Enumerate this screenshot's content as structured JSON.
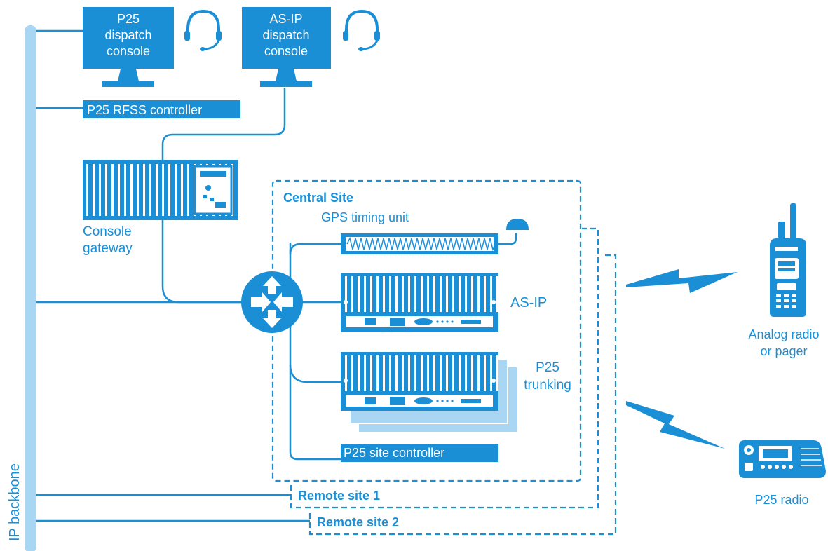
{
  "colors": {
    "primary": "#1a8fd6",
    "light": "#a9d6f3",
    "dark": "#0b5f98",
    "line": "#1a8fd6",
    "white": "#ffffff"
  },
  "backbone": {
    "label": "IP backbone"
  },
  "consoles": {
    "p25": {
      "line1": "P25",
      "line2": "dispatch",
      "line3": "console",
      "icon": "headset-icon"
    },
    "asip": {
      "line1": "AS-IP",
      "line2": "dispatch",
      "line3": "console",
      "icon": "headset-icon"
    }
  },
  "rfss_controller": {
    "label": "P25 RFSS controller"
  },
  "console_gateway": {
    "line1": "Console",
    "line2": "gateway"
  },
  "router": {
    "icon": "router-arrows-icon"
  },
  "central_site": {
    "title": "Central Site",
    "gps_label": "GPS timing unit",
    "asip_label": "AS-IP",
    "trunking_line1": "P25",
    "trunking_line2": "trunking",
    "site_controller_label": "P25 site controller"
  },
  "remote_sites": [
    {
      "label": "Remote site 1"
    },
    {
      "label": "Remote site 2"
    }
  ],
  "devices": {
    "analog": {
      "line1": "Analog radio",
      "line2": "or pager",
      "icon": "handheld-radio-icon"
    },
    "p25radio": {
      "label": "P25 radio",
      "icon": "mobile-radio-icon"
    }
  }
}
